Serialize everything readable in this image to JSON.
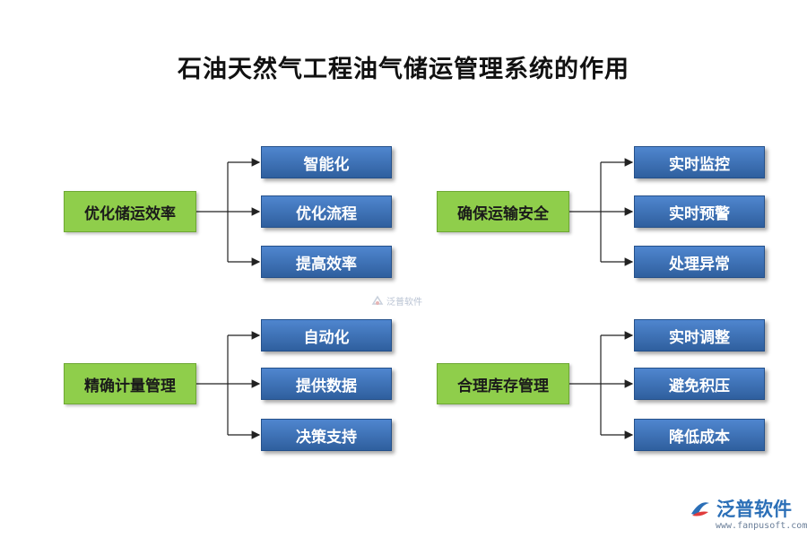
{
  "title": "石油天然气工程油气储运管理系统的作用",
  "groups": [
    {
      "label": "优化储运效率",
      "items": [
        "智能化",
        "优化流程",
        "提高效率"
      ]
    },
    {
      "label": "确保运输安全",
      "items": [
        "实时监控",
        "实时预警",
        "处理异常"
      ]
    },
    {
      "label": "精确计量管理",
      "items": [
        "自动化",
        "提供数据",
        "决策支持"
      ]
    },
    {
      "label": "合理库存管理",
      "items": [
        "实时调整",
        "避免积压",
        "降低成本"
      ]
    }
  ],
  "watermark": {
    "center_text": "泛普软件",
    "brand": "泛普软件",
    "url": "www.fanpusoft.com"
  },
  "colors": {
    "green_box": "#8fce4b",
    "blue_box": "#3a70b8",
    "connector": "#222222"
  }
}
